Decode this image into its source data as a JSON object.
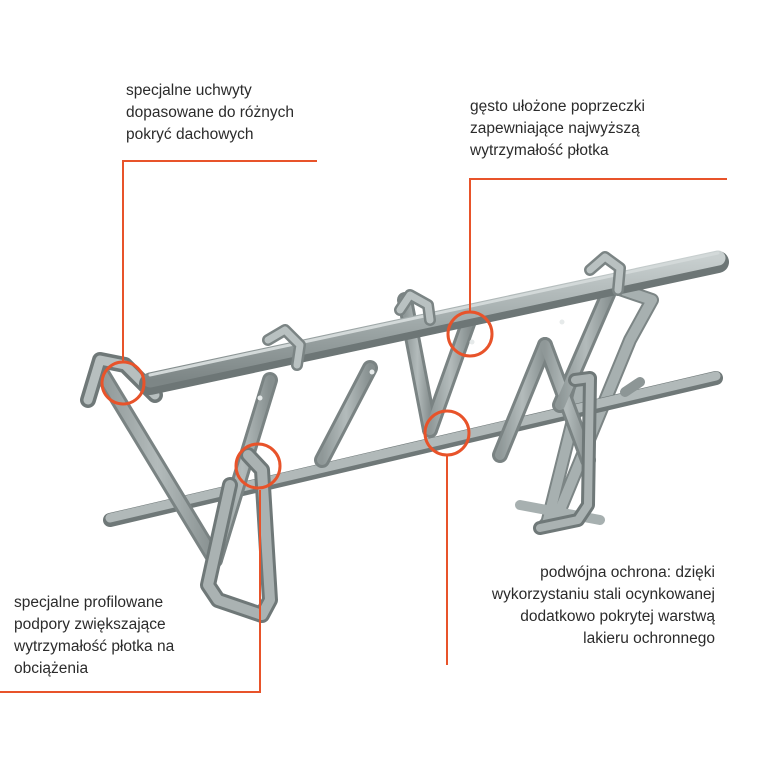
{
  "callouts": {
    "top_left": "specjalne uchwyty\ndopasowane do różnych\npokryć dachowych",
    "top_right": "gęsto ułożone poprzeczki\nzapewniające najwyższą\nwytrzymałość płotka",
    "bottom_left": "specjalne profilowane\npodpory zwiększające\nwytrzymałość płotka na\nobciążenia",
    "bottom_right": "podwójna ochrona: dzięki\nwykorzystaniu stali ocynkowanej\ndodatkowo pokrytej warstwą\nlakieru ochronnego"
  },
  "colors": {
    "accent": "#e8532a",
    "steel": "#9aa3a3",
    "steel_dark": "#6f7878",
    "steel_light": "#c4cbcb",
    "text": "#2b2b2b"
  }
}
